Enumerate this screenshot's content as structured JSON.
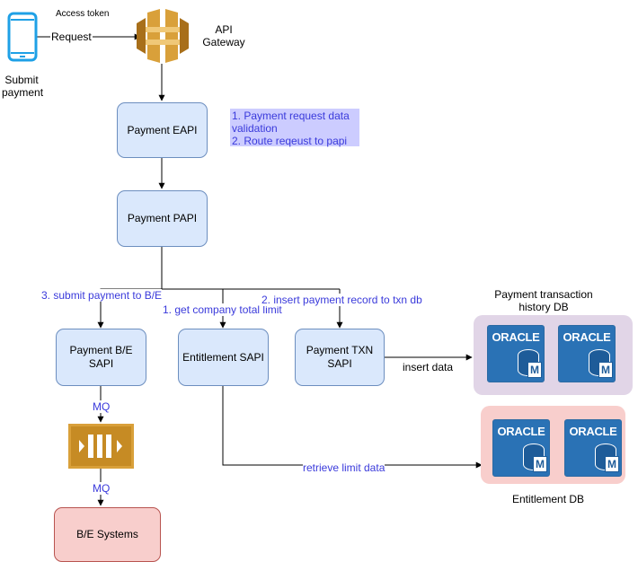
{
  "labels": {
    "access_token": "Access token",
    "request": "Request",
    "submit_payment": [
      "Submit",
      "payment"
    ],
    "api_gateway": [
      "API",
      "Gateway"
    ],
    "note_lines": [
      "1. Payment request data",
      "validation",
      "2. Route reqeust to papi"
    ],
    "submit_be": "3. submit payment to B/E",
    "get_limit": "1. get company total limit",
    "insert_txn": "2. insert payment record to txn db",
    "insert_data": "insert data",
    "retrieve_limit": "retrieve limit data",
    "mq1": "MQ",
    "mq2": "MQ",
    "txn_db_title": [
      "Payment transaction",
      "history DB"
    ],
    "ent_db_title": "Entitlement DB"
  },
  "nodes": {
    "eapi": "Payment EAPI",
    "papi": "Payment PAPI",
    "be_sapi": [
      "Payment B/E",
      "SAPI"
    ],
    "ent_sapi": "Entitlement SAPI",
    "txn_sapi": [
      "Payment TXN",
      "SAPI"
    ],
    "be_systems": "B/E Systems"
  },
  "icons": {
    "oracle_text": "ORACLE",
    "oracle_badge": "M"
  },
  "colors": {
    "blue_box_fill": "#dae8fc",
    "blue_box_stroke": "#6c8ebf",
    "pink_fill": "#f8cecc",
    "purple_group": "#e1d5e7",
    "note_fill": "#ccccff",
    "link_text": "#3a3adb",
    "gateway_orange": "#d9a03a",
    "mq_gold": "#d9a03a",
    "oracle_blue": "#2a72b5"
  }
}
